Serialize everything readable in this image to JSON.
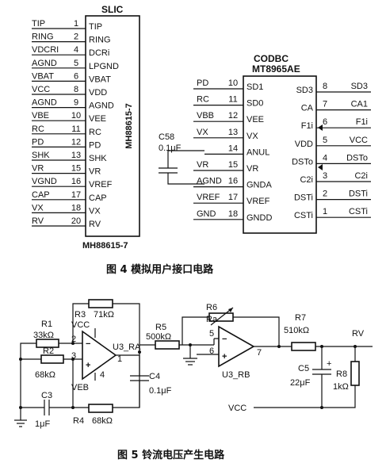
{
  "fig4": {
    "caption": "图 4  模拟用户接口电路",
    "slic": {
      "title": "SLIC",
      "part": "MH88615-7",
      "bottom": "MH88615-7",
      "pins": [
        {
          "outer": "TIP",
          "num": "1",
          "inner": "TIP"
        },
        {
          "outer": "RING",
          "num": "2",
          "inner": "RING"
        },
        {
          "outer": "VDCRI",
          "num": "4",
          "inner": "DCRi"
        },
        {
          "outer": "AGND",
          "num": "5",
          "inner": "LPGND"
        },
        {
          "outer": "VBAT",
          "num": "6",
          "inner": "VBAT"
        },
        {
          "outer": "VCC",
          "num": "8",
          "inner": "VDD"
        },
        {
          "outer": "AGND",
          "num": "9",
          "inner": "AGND"
        },
        {
          "outer": "VBE",
          "num": "10",
          "inner": "VEE"
        },
        {
          "outer": "RC",
          "num": "11",
          "inner": "RC"
        },
        {
          "outer": "PD",
          "num": "12",
          "inner": "PD"
        },
        {
          "outer": "SHK",
          "num": "13",
          "inner": "SHK"
        },
        {
          "outer": "VR",
          "num": "15",
          "inner": "VR"
        },
        {
          "outer": "VGND",
          "num": "16",
          "inner": "VREF"
        },
        {
          "outer": "CAP",
          "num": "17",
          "inner": "CAP"
        },
        {
          "outer": "VX",
          "num": "18",
          "inner": "VX"
        },
        {
          "outer": "RV",
          "num": "20",
          "inner": "RV"
        }
      ]
    },
    "codec": {
      "title1": "CODBC",
      "title2": "MT8965AE",
      "left": [
        {
          "outer": "PD",
          "num": "10",
          "inner": "SD1"
        },
        {
          "outer": "RC",
          "num": "11",
          "inner": "SD0"
        },
        {
          "outer": "VBB",
          "num": "12",
          "inner": "VEE"
        },
        {
          "outer": "VX",
          "num": "13",
          "inner": "VX"
        },
        {
          "outer": "",
          "num": "14",
          "inner": "ANUL"
        },
        {
          "outer": "VR",
          "num": "15",
          "inner": "VR"
        },
        {
          "outer": "AGND",
          "num": "16",
          "inner": "GNDA"
        },
        {
          "outer": "VREF",
          "num": "17",
          "inner": "VREF"
        },
        {
          "outer": "GND",
          "num": "18",
          "inner": "GNDD"
        }
      ],
      "right": [
        {
          "inner": "SD3",
          "num": "8",
          "outer": "SD3"
        },
        {
          "inner": "CA",
          "num": "7",
          "outer": "CA1"
        },
        {
          "inner": "F1i",
          "num": "6",
          "outer": "F1i"
        },
        {
          "inner": "VDD",
          "num": "5",
          "outer": "VCC"
        },
        {
          "inner": "DSTo",
          "num": "4",
          "outer": "DSTo"
        },
        {
          "inner": "C2i",
          "num": "3",
          "outer": "C2i"
        },
        {
          "inner": "DSTi",
          "num": "2",
          "outer": "DSTi"
        },
        {
          "inner": "CSTi",
          "num": "1",
          "outer": "CSTi"
        }
      ],
      "c58_name": "C58",
      "c58_value": "0.1μF"
    }
  },
  "fig5": {
    "caption": "图 5  铃流电压产生电路",
    "labels": {
      "r1": "R1",
      "r1v": "33kΩ",
      "r2": "R2",
      "r2v": "68kΩ",
      "r3": "R3",
      "r3v": "71kΩ",
      "vcc1": "VCC",
      "veb": "VEB",
      "u3ra": "U3_RA",
      "c3": "C3",
      "c3v": "1μF",
      "r4": "R4",
      "r4v": "68kΩ",
      "r5": "R5",
      "r5v": "500kΩ",
      "c4": "C4",
      "c4v": "0.1μF",
      "r6": "R6",
      "ra": "Ra",
      "u3rb": "U3_RB",
      "r7": "R7",
      "r7v": "510kΩ",
      "rv": "RV",
      "c5": "C5",
      "c5v": "22μF",
      "r8": "R8",
      "r8v": "1kΩ",
      "vcc2": "VCC",
      "p2": "2",
      "p3": "3",
      "p1": "1",
      "p4": "4",
      "p5": "5",
      "p6": "6",
      "p7": "7"
    }
  }
}
